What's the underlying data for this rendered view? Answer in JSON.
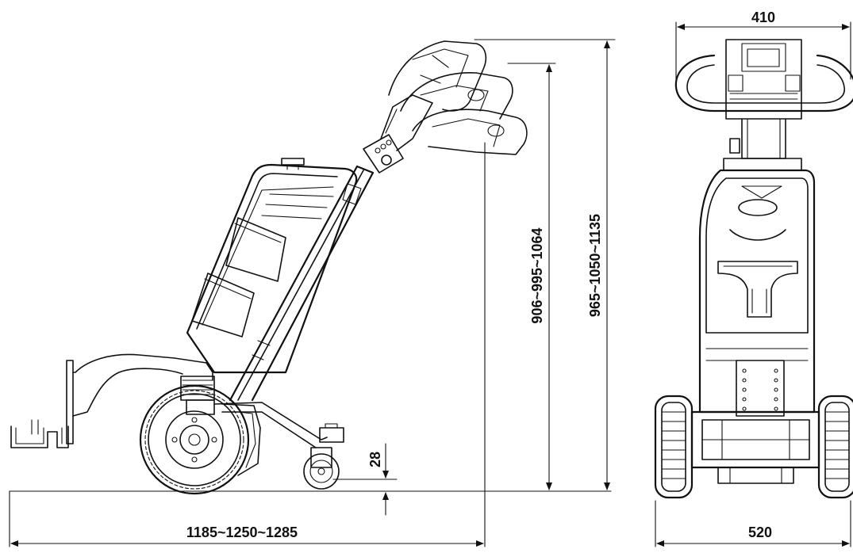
{
  "dimensions": {
    "side_overall_length": "1185~1250~1285",
    "handle_height_inner": "906~995~1064",
    "handle_height_outer": "965~1050~1135",
    "ground_clearance": "28",
    "front_handle_width": "410",
    "front_overall_width": "520"
  },
  "colors": {
    "line": "#111111",
    "background": "#ffffff"
  }
}
